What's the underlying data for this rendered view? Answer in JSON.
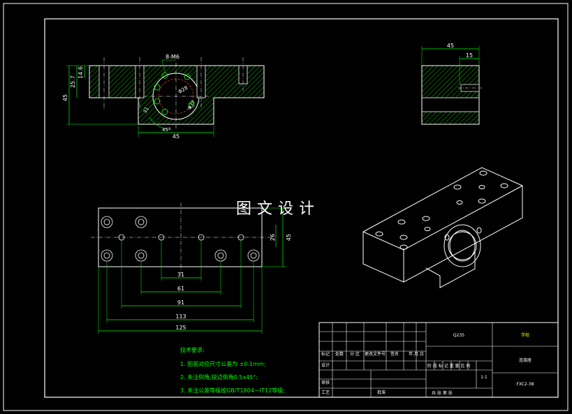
{
  "watermark": "图文设计",
  "front_view": {
    "dim_45_v": "45",
    "dim_25_7": "25.7",
    "dim_14_6": "14.6",
    "hole_callout": "8-M6",
    "dim_dia28": "Φ28",
    "dim_dia37": "Φ37",
    "dim_31": "31",
    "dim_angle": "45°",
    "dim_45_h": "45"
  },
  "side_view": {
    "dim_45": "45",
    "dim_15": "15"
  },
  "top_view": {
    "dim_31": "31",
    "dim_61": "61",
    "dim_91": "91",
    "dim_113": "113",
    "dim_125": "125",
    "dim_26": "26",
    "dim_45": "45"
  },
  "notes": {
    "title": "技术要求:",
    "items": [
      "1. 图面对应尺寸公差为 ±0.1mm;",
      "2. 未注倒角,锐边倒角0.5x45°;",
      "3. 未注公差等级按GB/T1804—IT12等级;"
    ]
  },
  "title_block": {
    "material": "Q235",
    "school": "学校",
    "part_name": "连接座",
    "drawing_number": "FXC2-38",
    "scale": "1:1",
    "cols": [
      "标记",
      "处数",
      "分 区",
      "更改文件号",
      "签名",
      "年.月.日"
    ],
    "rows": [
      "设计",
      "审核",
      "工艺",
      "批准"
    ],
    "stage_row": "阶 段 标 记  重 量  比 例",
    "sheets_row": "共   张   第   张"
  }
}
